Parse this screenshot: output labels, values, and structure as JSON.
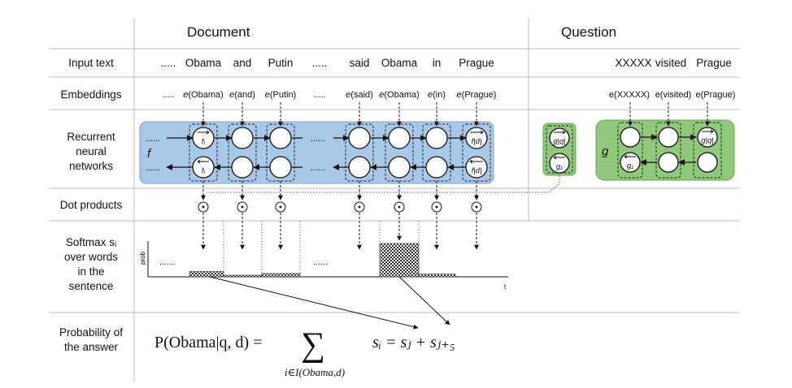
{
  "headers": {
    "document": "Document",
    "question": "Question"
  },
  "row_labels": {
    "input_text": [
      "Input text"
    ],
    "embeddings": [
      "Embeddings"
    ],
    "rnn": [
      "Recurrent",
      "neural",
      "networks"
    ],
    "dot_products": [
      "Dot products"
    ],
    "softmax": [
      "Softmax sᵢ",
      "over words",
      "in the",
      "sentence"
    ],
    "probability": [
      "Probability of",
      "the answer"
    ]
  },
  "document": {
    "words": [
      ".....",
      "Obama",
      "and",
      "Putin",
      ".....",
      "said",
      "Obama",
      "in",
      "Prague"
    ],
    "embeddings": [
      {
        "prefix": ".....",
        "e": "",
        "arg": ""
      },
      {
        "prefix": "",
        "e": "e",
        "arg": "(Obama)"
      },
      {
        "prefix": "",
        "e": "e",
        "arg": "(and)"
      },
      {
        "prefix": "",
        "e": "e",
        "arg": "(Putin)"
      },
      {
        "prefix": ".....",
        "e": "",
        "arg": ""
      },
      {
        "prefix": "",
        "e": "e",
        "arg": "(said)"
      },
      {
        "prefix": "",
        "e": "e",
        "arg": "(Obama)"
      },
      {
        "prefix": "",
        "e": "e",
        "arg": "(in)"
      },
      {
        "prefix": "",
        "e": "e",
        "arg": "(Prague)"
      }
    ],
    "rnn_name": "f",
    "fwd_cells": {
      "first": "fⱼ",
      "last": "f|d|"
    },
    "bwd_cells": {
      "first": "fⱼ",
      "last": "f|d|"
    },
    "ellipsis": "......"
  },
  "question": {
    "words": [
      "XXXXX",
      "visited",
      "Prague"
    ],
    "embeddings": [
      "e(XXXXX)",
      "e(visited)",
      "e(Prague)"
    ],
    "rnn_name": "g",
    "out_cells": {
      "top": "g|q|",
      "bottom": "g₁"
    },
    "inner_cells": {
      "top": "g|q|",
      "bottom": "g₁"
    }
  },
  "softmax_plot": {
    "ylabel": "prob",
    "xlabel": "t",
    "ellipsis": "......",
    "bars": [
      0.08,
      0.02,
      0.05,
      0.5,
      0.04
    ]
  },
  "formula": {
    "lhs": "P(Obama|q, d) =",
    "sum": "∑",
    "subscript": "i∈I(Obama,d)",
    "rhs": "sᵢ = sⱼ + sⱼ₊₅"
  },
  "colors": {
    "doc_rnn": "#a8c8e8",
    "q_rnn": "#8fc97a",
    "hatch": "#333333"
  }
}
